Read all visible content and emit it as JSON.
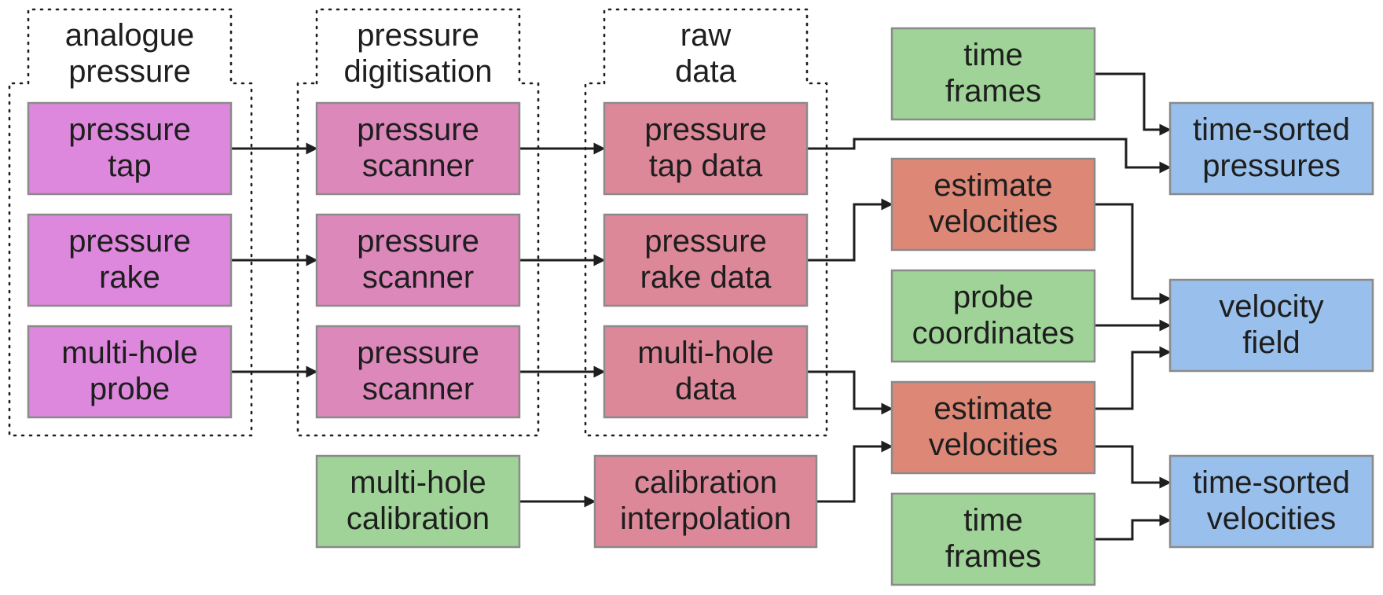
{
  "colors": {
    "sensor": "#dd88dd",
    "scanner": "#dd88bb",
    "processed": "#dd8899",
    "estimate": "#dd8877",
    "input": "#a0d398",
    "output": "#99c0ec",
    "border": "#8a8a8a",
    "line": "#1e1e1e"
  },
  "groups": [
    {
      "id": "grp-analogue",
      "label": [
        "analogue",
        "pressure"
      ]
    },
    {
      "id": "grp-digitisation",
      "label": [
        "pressure",
        "digitisation"
      ]
    },
    {
      "id": "grp-raw",
      "label": [
        "raw",
        "data"
      ]
    }
  ],
  "nodes": [
    {
      "id": "pressure-tap",
      "kind": "sensor",
      "label": [
        "pressure",
        "tap"
      ]
    },
    {
      "id": "pressure-rake",
      "kind": "sensor",
      "label": [
        "pressure",
        "rake"
      ]
    },
    {
      "id": "multi-hole-probe",
      "kind": "sensor",
      "label": [
        "multi-hole",
        "probe"
      ]
    },
    {
      "id": "scanner-1",
      "kind": "scanner",
      "label": [
        "pressure",
        "scanner"
      ]
    },
    {
      "id": "scanner-2",
      "kind": "scanner",
      "label": [
        "pressure",
        "scanner"
      ]
    },
    {
      "id": "scanner-3",
      "kind": "scanner",
      "label": [
        "pressure",
        "scanner"
      ]
    },
    {
      "id": "pressure-tap-data",
      "kind": "processed",
      "label": [
        "pressure",
        "tap data"
      ]
    },
    {
      "id": "pressure-rake-data",
      "kind": "processed",
      "label": [
        "pressure",
        "rake data"
      ]
    },
    {
      "id": "multi-hole-data",
      "kind": "processed",
      "label": [
        "multi-hole",
        "data"
      ]
    },
    {
      "id": "multi-hole-calibration",
      "kind": "input",
      "label": [
        "multi-hole",
        "calibration"
      ]
    },
    {
      "id": "calibration-interpolation",
      "kind": "processed",
      "label": [
        "calibration",
        "interpolation"
      ]
    },
    {
      "id": "time-frames-1",
      "kind": "input",
      "label": [
        "time",
        "frames"
      ]
    },
    {
      "id": "estimate-velocities-1",
      "kind": "estimate",
      "label": [
        "estimate",
        "velocities"
      ]
    },
    {
      "id": "probe-coordinates",
      "kind": "input",
      "label": [
        "probe",
        "coordinates"
      ]
    },
    {
      "id": "estimate-velocities-2",
      "kind": "estimate",
      "label": [
        "estimate",
        "velocities"
      ]
    },
    {
      "id": "time-frames-2",
      "kind": "input",
      "label": [
        "time",
        "frames"
      ]
    },
    {
      "id": "time-sorted-pressures",
      "kind": "output",
      "label": [
        "time-sorted",
        "pressures"
      ]
    },
    {
      "id": "velocity-field",
      "kind": "output",
      "label": [
        "velocity",
        "field"
      ]
    },
    {
      "id": "time-sorted-velocities",
      "kind": "output",
      "label": [
        "time-sorted",
        "velocities"
      ]
    }
  ],
  "edges": [
    {
      "from": "pressure-tap",
      "to": "scanner-1"
    },
    {
      "from": "pressure-rake",
      "to": "scanner-2"
    },
    {
      "from": "multi-hole-probe",
      "to": "scanner-3"
    },
    {
      "from": "scanner-1",
      "to": "pressure-tap-data"
    },
    {
      "from": "scanner-2",
      "to": "pressure-rake-data"
    },
    {
      "from": "scanner-3",
      "to": "multi-hole-data"
    },
    {
      "from": "multi-hole-calibration",
      "to": "calibration-interpolation"
    },
    {
      "from": "pressure-tap-data",
      "to": "time-sorted-pressures"
    },
    {
      "from": "time-frames-1",
      "to": "time-sorted-pressures"
    },
    {
      "from": "pressure-rake-data",
      "to": "estimate-velocities-1"
    },
    {
      "from": "multi-hole-data",
      "to": "estimate-velocities-2"
    },
    {
      "from": "calibration-interpolation",
      "to": "estimate-velocities-2"
    },
    {
      "from": "estimate-velocities-1",
      "to": "velocity-field"
    },
    {
      "from": "probe-coordinates",
      "to": "velocity-field"
    },
    {
      "from": "estimate-velocities-2",
      "to": "velocity-field"
    },
    {
      "from": "estimate-velocities-2",
      "to": "time-sorted-velocities"
    },
    {
      "from": "time-frames-2",
      "to": "time-sorted-velocities"
    }
  ]
}
